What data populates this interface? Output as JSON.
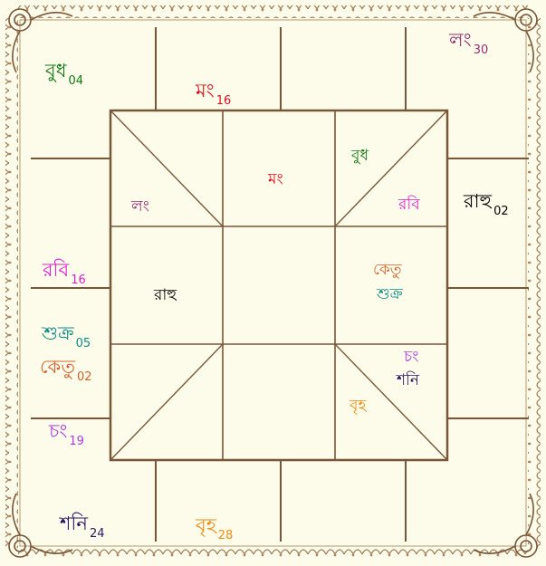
{
  "colors": {
    "lagna": "#9b2f75",
    "mars": "#e0101e",
    "mercury": "#0f7a14",
    "sun": "#e020d0",
    "rahu": "#000000",
    "ketu": "#d2622a",
    "venus": "#0a8f86",
    "moon": "#b03ae0",
    "saturn": "#2a1466",
    "jupiter": "#f08a14",
    "line": "#7a5638",
    "border": "#8a6a4a",
    "background": "#fdfbea"
  },
  "outer": {
    "lagna": {
      "name": "লং",
      "deg": "30"
    },
    "mars": {
      "name": "মং",
      "deg": "16"
    },
    "mercury": {
      "name": "বুধ",
      "deg": "04"
    },
    "sun": {
      "name": "রবি",
      "deg": "16"
    },
    "rahu": {
      "name": "রাহু",
      "deg": "02"
    },
    "venus": {
      "name": "শুক্র",
      "deg": "05"
    },
    "ketu": {
      "name": "কেতু",
      "deg": "02"
    },
    "moon": {
      "name": "চং",
      "deg": "19"
    },
    "saturn": {
      "name": "শনি",
      "deg": "24"
    },
    "jupiter": {
      "name": "বৃহ",
      "deg": "28"
    }
  },
  "inner": {
    "lagna": "লং",
    "mars": "মং",
    "mercury": "বুধ",
    "sun": "রবি",
    "rahu": "রাহু",
    "ketu": "কেতু",
    "venus": "শুক্র",
    "moon": "চং",
    "saturn": "শনি",
    "jupiter": "বৃহ"
  }
}
